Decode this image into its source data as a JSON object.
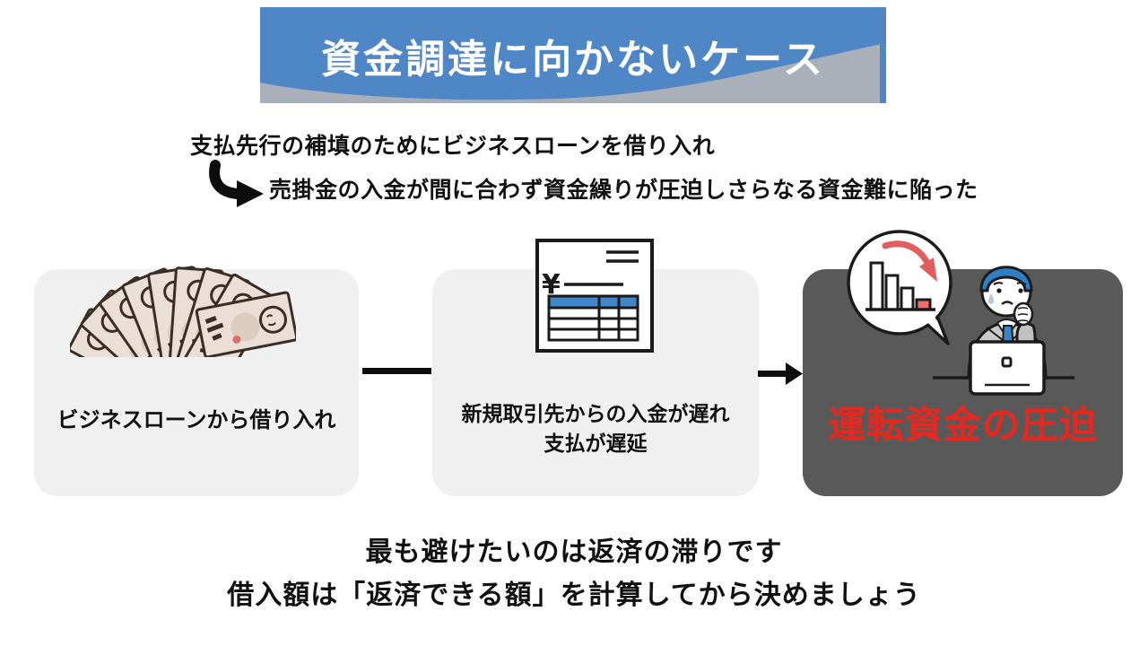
{
  "banner": {
    "title": "資金調達に向かないケース",
    "bg_color": "#4e86c6",
    "wave_color": "#a9b0ba",
    "text_color": "#ffffff"
  },
  "intro": {
    "line1": "支払先行の補填のためにビジネスローンを借り入れ",
    "line2": "売掛金の入金が間に合わず資金繰りが圧迫しさらなる資金難に陥った",
    "arrow_icon": "curved-right-arrow-icon"
  },
  "flow": {
    "cards": [
      {
        "id": "business-loan",
        "label": "ビジネスローンから借り入れ",
        "icon": "yen-banknotes-fan-icon",
        "bg_color": "#f0f0f0",
        "text_color": "#111111"
      },
      {
        "id": "delayed-payment",
        "label_line1": "新規取引先からの入金が遅れ",
        "label_line2": "支払が遅延",
        "icon": "invoice-icon",
        "bg_color": "#f0f0f0",
        "text_color": "#111111"
      },
      {
        "id": "working-capital-squeeze",
        "label": "運転資金の圧迫",
        "icon": "declining-chart-bubble-and-worried-businessman-icon",
        "bg_color": "#595959",
        "text_color": "#e8281e"
      }
    ],
    "connector1": "plain-line",
    "connector2": "right-arrow"
  },
  "icons": {
    "invoice": {
      "currency_symbol": "¥"
    },
    "chart_bar_highlight_color": "#ee6c6c",
    "chart_arrow_color": "#e25d5d",
    "banknote_color": "#eadfd6",
    "hair_tie_color": "#2e80c3"
  },
  "footer": {
    "line1": "最も避けたいのは返済の滞りです",
    "line2": "借入額は「返済できる額」を計算してから決めましょう"
  }
}
